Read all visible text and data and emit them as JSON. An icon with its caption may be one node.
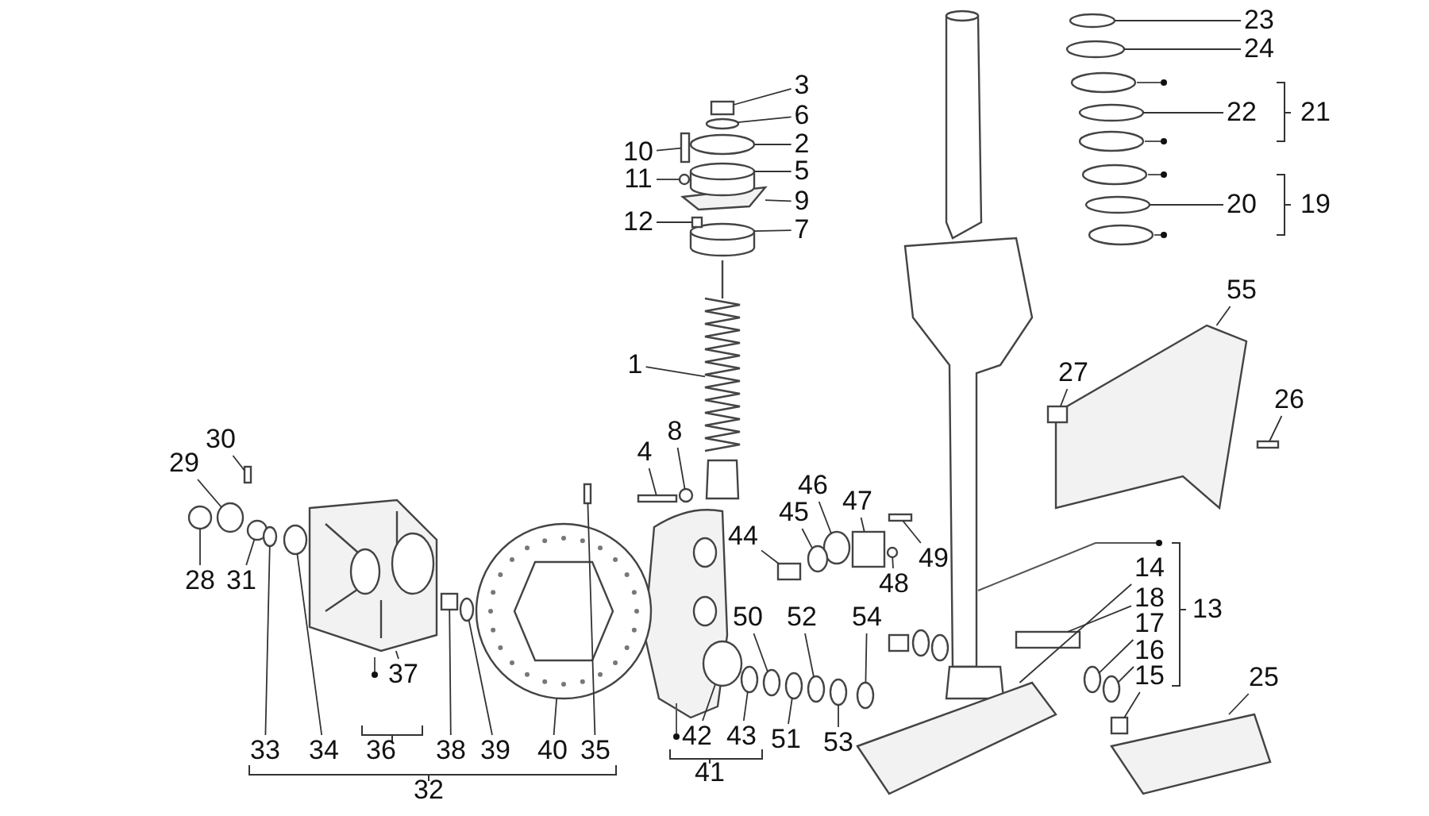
{
  "diagram": {
    "nodes": [
      {
        "text": [
          "3"
        ]
      },
      {
        "text": [
          "6"
        ]
      },
      {
        "text": [
          "2"
        ]
      },
      {
        "text": [
          "5"
        ]
      },
      {
        "text": [
          "9"
        ]
      },
      {
        "text": [
          "7"
        ]
      },
      {
        "text": [
          "10"
        ]
      },
      {
        "text": [
          "11"
        ]
      },
      {
        "text": [
          "12"
        ]
      },
      {
        "text": [
          "1"
        ]
      },
      {
        "text": [
          "23"
        ]
      },
      {
        "text": [
          "24"
        ]
      },
      {
        "text": [
          "22"
        ]
      },
      {
        "text": [
          "20"
        ]
      },
      {
        "text": [
          "55"
        ]
      },
      {
        "text": [
          "27"
        ]
      },
      {
        "text": [
          "26"
        ]
      },
      {
        "text": [
          "30"
        ]
      },
      {
        "text": [
          "29"
        ]
      },
      {
        "text": [
          "28"
        ]
      },
      {
        "text": [
          "31"
        ]
      },
      {
        "text": [
          "4"
        ]
      },
      {
        "text": [
          "8"
        ]
      },
      {
        "text": [
          "46"
        ]
      },
      {
        "text": [
          "45"
        ]
      },
      {
        "text": [
          "47"
        ]
      },
      {
        "text": [
          "44"
        ]
      },
      {
        "text": [
          "49"
        ]
      },
      {
        "text": [
          "48"
        ]
      },
      {
        "text": [
          "14"
        ]
      },
      {
        "text": [
          "18"
        ]
      },
      {
        "text": [
          "17"
        ]
      },
      {
        "text": [
          "16"
        ]
      },
      {
        "text": [
          "15"
        ]
      },
      {
        "text": [
          "25"
        ]
      },
      {
        "text": [
          "50"
        ]
      },
      {
        "text": [
          "52"
        ]
      },
      {
        "text": [
          "54"
        ]
      },
      {
        "text": [
          "37"
        ]
      },
      {
        "text": [
          "33"
        ]
      },
      {
        "text": [
          "34"
        ]
      },
      {
        "text": [
          "38"
        ]
      },
      {
        "text": [
          "39"
        ]
      },
      {
        "text": [
          "40"
        ]
      },
      {
        "text": [
          "35"
        ]
      },
      {
        "text": [
          "42"
        ]
      },
      {
        "text": [
          "43"
        ]
      },
      {
        "text": [
          "51"
        ]
      },
      {
        "text": [
          "53"
        ]
      },
      {
        "text": [],
        "shape": "box"
      },
      {
        "text": [],
        "shape": "circle"
      },
      {
        "text": [],
        "shape": "circle"
      },
      {
        "text": [],
        "shape": "cylinder"
      },
      {
        "text": [],
        "shape": "picture"
      },
      {
        "text": [],
        "shape": "cylinder"
      },
      {
        "text": [],
        "shape": "box"
      },
      {
        "text": [],
        "shape": "circle"
      },
      {
        "text": [],
        "shape": "box"
      },
      {
        "text": [],
        "shape": "picture"
      },
      {
        "text": [],
        "shape": "circle"
      },
      {
        "text": [],
        "shape": "circle"
      },
      {
        "text": [],
        "shape": "circle"
      },
      {
        "text": [],
        "shape": "circle"
      },
      {
        "text": [],
        "shape": "picture"
      },
      {
        "text": [],
        "shape": "box"
      },
      {
        "text": [],
        "shape": "box"
      },
      {
        "text": [],
        "shape": "box"
      },
      {
        "text": [],
        "shape": "circle"
      },
      {
        "text": [],
        "shape": "circle"
      },
      {
        "text": [],
        "shape": "circle"
      },
      {
        "text": [],
        "shape": "box"
      },
      {
        "text": [],
        "shape": "circle"
      },
      {
        "text": [],
        "shape": "circle"
      },
      {
        "text": [],
        "shape": "circle"
      },
      {
        "text": [],
        "shape": "box"
      },
      {
        "text": [],
        "shape": "box"
      },
      {
        "text": [],
        "shape": "box"
      },
      {
        "text": [],
        "shape": "circle"
      },
      {
        "text": [],
        "shape": "picture"
      },
      {
        "text": [],
        "shape": "box"
      },
      {
        "text": [],
        "shape": "circle"
      },
      {
        "text": [],
        "shape": "circle"
      },
      {
        "text": [],
        "shape": "box"
      },
      {
        "text": [],
        "shape": "picture"
      },
      {
        "text": [],
        "shape": "circle"
      },
      {
        "text": [],
        "shape": "circle"
      },
      {
        "text": [],
        "shape": "circle"
      },
      {
        "text": [],
        "shape": "picture"
      },
      {
        "text": [],
        "shape": "circle"
      },
      {
        "text": [],
        "shape": "circle"
      },
      {
        "text": [],
        "shape": "box"
      },
      {
        "text": [],
        "shape": "circle"
      },
      {
        "text": [],
        "shape": "picture"
      },
      {
        "text": [],
        "shape": "box"
      },
      {
        "text": [],
        "shape": "circle"
      },
      {
        "text": [],
        "shape": "circle"
      },
      {
        "text": [],
        "shape": "circle"
      },
      {
        "text": [],
        "shape": "circle"
      }
    ],
    "edges": [
      {
        "from": 0,
        "to": 49,
        "arrow": "none"
      },
      {
        "from": 1,
        "to": 50,
        "arrow": "none"
      },
      {
        "from": 2,
        "to": 51,
        "arrow": "none"
      },
      {
        "from": 3,
        "to": 52,
        "arrow": "none"
      },
      {
        "from": 4,
        "to": 53,
        "arrow": "none"
      },
      {
        "from": 5,
        "to": 54,
        "arrow": "none"
      },
      {
        "from": 6,
        "to": 55,
        "arrow": "none"
      },
      {
        "from": 7,
        "to": 56,
        "arrow": "none"
      },
      {
        "from": 8,
        "to": 57,
        "arrow": "none"
      },
      {
        "from": 9,
        "to": 58,
        "arrow": "none"
      },
      {
        "from": 10,
        "to": 59,
        "arrow": "none"
      },
      {
        "from": 11,
        "to": 60,
        "arrow": "none"
      },
      {
        "from": 12,
        "to": 61,
        "arrow": "none"
      },
      {
        "from": 13,
        "to": 62,
        "arrow": "none"
      },
      {
        "from": 14,
        "to": 63,
        "arrow": "none"
      },
      {
        "from": 15,
        "to": 64,
        "arrow": "none"
      },
      {
        "from": 16,
        "to": 65,
        "arrow": "none"
      },
      {
        "from": 17,
        "to": 66,
        "arrow": "none"
      },
      {
        "from": 18,
        "to": 67,
        "arrow": "none"
      },
      {
        "from": 19,
        "to": 68,
        "arrow": "none"
      },
      {
        "from": 20,
        "to": 69,
        "arrow": "none"
      },
      {
        "from": 21,
        "to": 70,
        "arrow": "none"
      },
      {
        "from": 22,
        "to": 71,
        "arrow": "none"
      },
      {
        "from": 23,
        "to": 72,
        "arrow": "none"
      },
      {
        "from": 24,
        "to": 73,
        "arrow": "none"
      },
      {
        "from": 25,
        "to": 74,
        "arrow": "none"
      },
      {
        "from": 26,
        "to": 75,
        "arrow": "none"
      },
      {
        "from": 27,
        "to": 76,
        "arrow": "none"
      },
      {
        "from": 28,
        "to": 77,
        "arrow": "none"
      },
      {
        "from": 29,
        "to": 78,
        "arrow": "none"
      },
      {
        "from": 30,
        "to": 79,
        "arrow": "none"
      },
      {
        "from": 31,
        "to": 80,
        "arrow": "none"
      },
      {
        "from": 32,
        "to": 81,
        "arrow": "none"
      },
      {
        "from": 33,
        "to": 82,
        "arrow": "none"
      },
      {
        "from": 34,
        "to": 83,
        "arrow": "none"
      },
      {
        "from": 35,
        "to": 84,
        "arrow": "none"
      },
      {
        "from": 36,
        "to": 85,
        "arrow": "none"
      },
      {
        "from": 37,
        "to": 86,
        "arrow": "none"
      },
      {
        "from": 38,
        "to": 87,
        "arrow": "none"
      },
      {
        "from": 39,
        "to": 88,
        "arrow": "none"
      },
      {
        "from": 40,
        "to": 89,
        "arrow": "none"
      },
      {
        "from": 41,
        "to": 90,
        "arrow": "none"
      },
      {
        "from": 42,
        "to": 91,
        "arrow": "none"
      },
      {
        "from": 43,
        "to": 92,
        "arrow": "none"
      },
      {
        "from": 44,
        "to": 93,
        "arrow": "none"
      },
      {
        "from": 45,
        "to": 94,
        "arrow": "none"
      },
      {
        "from": 46,
        "to": 95,
        "arrow": "none"
      },
      {
        "from": 47,
        "to": 96,
        "arrow": "none"
      },
      {
        "from": 48,
        "to": 97,
        "arrow": "none"
      }
    ],
    "labels": [
      "21",
      "19",
      "13",
      "36",
      "41",
      "32"
    ]
  }
}
